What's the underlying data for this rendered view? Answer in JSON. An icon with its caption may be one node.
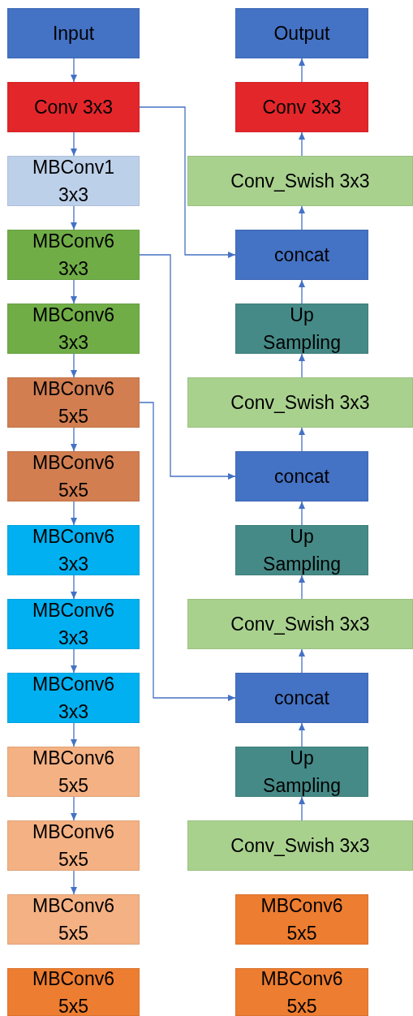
{
  "diagram": {
    "nodes": [
      {
        "text": [
          "Input"
        ]
      },
      {
        "text": [
          "Conv 3x3"
        ]
      },
      {
        "text": [
          "MBConv1 3x3"
        ]
      },
      {
        "text": [
          "MBConv6 3x3"
        ]
      },
      {
        "text": [
          "MBConv6 3x3"
        ]
      },
      {
        "text": [
          "MBConv6 5x5"
        ]
      },
      {
        "text": [
          "MBConv6 5x5"
        ]
      },
      {
        "text": [
          "MBConv6 3x3"
        ]
      },
      {
        "text": [
          "MBConv6 3x3"
        ]
      },
      {
        "text": [
          "MBConv6 3x3"
        ]
      },
      {
        "text": [
          "MBConv6 5x5"
        ]
      },
      {
        "text": [
          "MBConv6 5x5"
        ]
      },
      {
        "text": [
          "MBConv6 5x5"
        ]
      },
      {
        "text": [
          "MBConv6 5x5"
        ]
      },
      {
        "text": [
          "Output"
        ]
      },
      {
        "text": [
          "Conv 3x3"
        ]
      },
      {
        "text": [
          "Conv_Swish 3x3"
        ]
      },
      {
        "text": [
          "concat"
        ]
      },
      {
        "text": [
          "Up Sampling"
        ]
      },
      {
        "text": [
          "Conv_Swish 3x3"
        ]
      },
      {
        "text": [
          "concat"
        ]
      },
      {
        "text": [
          "Up Sampling"
        ]
      },
      {
        "text": [
          "Conv_Swish 3x3"
        ]
      },
      {
        "text": [
          "concat"
        ]
      },
      {
        "text": [
          "Up Sampling"
        ]
      },
      {
        "text": [
          "Conv_Swish 3x3"
        ]
      },
      {
        "text": [
          "MBConv6 5x5"
        ]
      },
      {
        "text": [
          "MBConv6 5x5"
        ]
      }
    ],
    "edges": [
      {
        "from": 0,
        "to": 1,
        "arrow": "to"
      },
      {
        "from": 1,
        "to": 2,
        "arrow": "to"
      },
      {
        "from": 2,
        "to": 3,
        "arrow": "to"
      },
      {
        "from": 3,
        "to": 4,
        "arrow": "to"
      },
      {
        "from": 4,
        "to": 5,
        "arrow": "to"
      },
      {
        "from": 5,
        "to": 6,
        "arrow": "to"
      },
      {
        "from": 6,
        "to": 7,
        "arrow": "to"
      },
      {
        "from": 7,
        "to": 8,
        "arrow": "to"
      },
      {
        "from": 8,
        "to": 9,
        "arrow": "to"
      },
      {
        "from": 9,
        "to": 10,
        "arrow": "to"
      },
      {
        "from": 10,
        "to": 11,
        "arrow": "to"
      },
      {
        "from": 11,
        "to": 12,
        "arrow": "to"
      },
      {
        "from": 25,
        "to": 24,
        "arrow": "to"
      },
      {
        "from": 24,
        "to": 23,
        "arrow": "to"
      },
      {
        "from": 23,
        "to": 22,
        "arrow": "to"
      },
      {
        "from": 22,
        "to": 21,
        "arrow": "to"
      },
      {
        "from": 21,
        "to": 20,
        "arrow": "to"
      },
      {
        "from": 20,
        "to": 19,
        "arrow": "to"
      },
      {
        "from": 19,
        "to": 18,
        "arrow": "to"
      },
      {
        "from": 18,
        "to": 17,
        "arrow": "to"
      },
      {
        "from": 17,
        "to": 16,
        "arrow": "to"
      },
      {
        "from": 16,
        "to": 15,
        "arrow": "to"
      },
      {
        "from": 15,
        "to": 14,
        "arrow": "to"
      },
      {
        "from": 1,
        "to": 17,
        "arrow": "to"
      },
      {
        "from": 3,
        "to": 20,
        "arrow": "to"
      },
      {
        "from": 5,
        "to": 23,
        "arrow": "to"
      }
    ]
  }
}
